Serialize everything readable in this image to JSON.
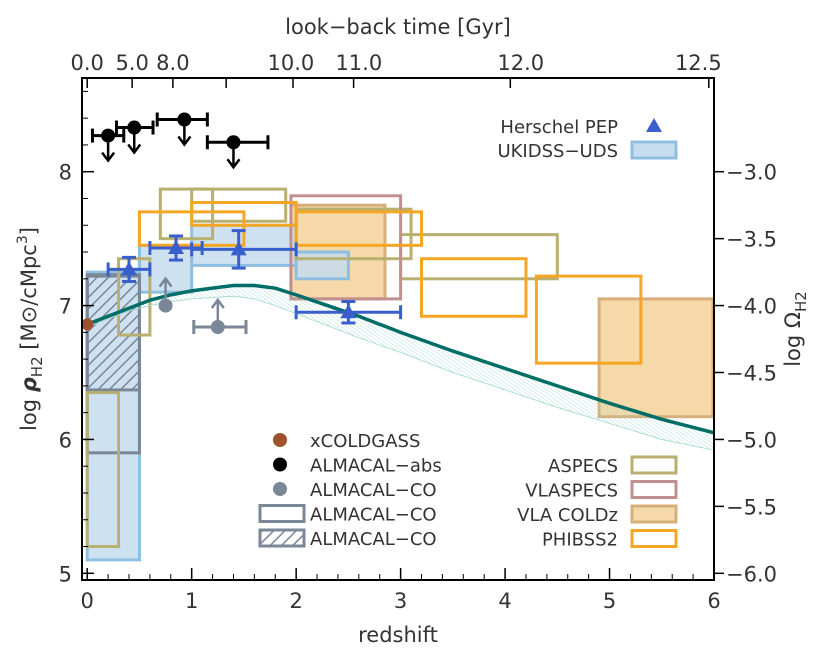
{
  "chart_data": {
    "type": "scatter",
    "xlabel": "redshift",
    "ylabel_prefix": "log ",
    "ylabel_rho": "ρ",
    "ylabel_sub": "H2",
    "ylabel_units": " [M⊙/cMpc",
    "ylabel_sup": "3",
    "ylabel_close": "]",
    "y2label": "log Ω",
    "y2label_sub": "H2",
    "x2label": "look−back time [Gyr]",
    "xlim": [
      -0.05,
      6.0
    ],
    "ylim": [
      4.95,
      8.7
    ],
    "x_ticks": [
      0,
      1,
      2,
      3,
      4,
      5,
      6
    ],
    "y_ticks": [
      5,
      6,
      7,
      8
    ],
    "y2_ticks": [
      {
        "y": 5.1,
        "label": "−6.0"
      },
      {
        "y": 5.35,
        "label": "−5.5"
      },
      {
        "y": 5.6,
        "label": "−5.5"
      }
    ],
    "y2_tick_values": [
      {
        "y": 8.0,
        "label": "−3.0"
      },
      {
        "y": 7.5,
        "label": "−3.5"
      },
      {
        "y": 7.0,
        "label": "−4.0"
      },
      {
        "y": 6.5,
        "label": "−4.5"
      },
      {
        "y": 6.0,
        "label": "−5.0"
      },
      {
        "y": 5.5,
        "label": "−5.5"
      },
      {
        "y": 5.0,
        "label": "−6.0"
      }
    ],
    "top_ticks": [
      {
        "z": 0.0,
        "label": "0.0"
      },
      {
        "z": 0.43,
        "label": "5.0"
      },
      {
        "z": 0.82,
        "label": "8.0"
      },
      {
        "z": 1.33,
        "label": ""
      },
      {
        "z": 1.97,
        "label": "10.0"
      },
      {
        "z": 2.55,
        "label": "11.0"
      },
      {
        "z": 4.05,
        "label": "12.0"
      },
      {
        "z": 5.95,
        "label": "12.5"
      }
    ],
    "top_label_extra": [
      {
        "z": 0.0,
        "label": "0.0"
      },
      {
        "z": 0.43,
        "label": "5.0"
      },
      {
        "z": 0.82,
        "label": "8.0"
      },
      {
        "z": 1.95,
        "label": "10.0"
      },
      {
        "z": 2.6,
        "label": "11.0"
      },
      {
        "z": 4.15,
        "label": "12.0"
      },
      {
        "z": 5.85,
        "label": "12.5"
      }
    ],
    "curve": {
      "color": "#006d67",
      "x": [
        0,
        0.2,
        0.4,
        0.6,
        0.8,
        1.0,
        1.2,
        1.4,
        1.6,
        1.8,
        2.0,
        2.3,
        2.6,
        3.0,
        3.5,
        4.0,
        4.5,
        5.0,
        5.5,
        6.0
      ],
      "y": [
        6.86,
        6.92,
        6.98,
        7.04,
        7.08,
        7.11,
        7.13,
        7.15,
        7.15,
        7.13,
        7.08,
        7.0,
        6.92,
        6.8,
        6.66,
        6.53,
        6.4,
        6.27,
        6.15,
        6.05
      ],
      "band_low": [
        6.84,
        6.9,
        6.96,
        7.0,
        7.03,
        7.05,
        7.06,
        7.07,
        7.05,
        7.0,
        6.94,
        6.85,
        6.76,
        6.65,
        6.5,
        6.37,
        6.24,
        6.12,
        6.0,
        5.92
      ],
      "band_high": [
        6.87,
        6.93,
        6.99,
        7.05,
        7.09,
        7.12,
        7.14,
        7.16,
        7.16,
        7.14,
        7.09,
        7.01,
        6.93,
        6.81,
        6.67,
        6.54,
        6.41,
        6.28,
        6.16,
        6.06
      ]
    },
    "xcoldgass": {
      "x": 0.0,
      "y": 6.86,
      "color": "#a0522d"
    },
    "almacal_abs": [
      {
        "x": 0.2,
        "xerr": [
          0.15,
          0.15
        ],
        "y": 8.27
      },
      {
        "x": 0.45,
        "xerr": [
          0.17,
          0.18
        ],
        "y": 8.33
      },
      {
        "x": 0.93,
        "xerr": [
          0.26,
          0.22
        ],
        "y": 8.39
      },
      {
        "x": 1.4,
        "xerr": [
          0.25,
          0.33
        ],
        "y": 8.22
      }
    ],
    "almacal_co_points": [
      {
        "x": 0.75,
        "xerr": [
          0.0,
          0.0
        ],
        "y": 7.0
      },
      {
        "x": 1.25,
        "xerr": [
          0.23,
          0.27
        ],
        "y": 6.84
      }
    ],
    "herschel_pep": [
      {
        "x": 0.4,
        "xerr": [
          0.2,
          0.2
        ],
        "y": 7.27,
        "yerr": [
          0.09,
          0.09
        ]
      },
      {
        "x": 0.85,
        "xerr": [
          0.25,
          0.25
        ],
        "y": 7.43,
        "yerr": [
          0.09,
          0.09
        ]
      },
      {
        "x": 1.45,
        "xerr": [
          0.45,
          0.55
        ],
        "y": 7.42,
        "yerr": [
          0.14,
          0.14
        ]
      },
      {
        "x": 2.5,
        "xerr": [
          0.5,
          0.5
        ],
        "y": 6.95,
        "yerr": [
          0.08,
          0.08
        ]
      }
    ],
    "boxes": {
      "ukidss": [
        {
          "x0": 0.0,
          "x1": 0.5,
          "y0": 5.1,
          "y1": 7.25
        },
        {
          "x0": 0.5,
          "x1": 1.0,
          "y0": 7.1,
          "y1": 7.45
        },
        {
          "x0": 1.0,
          "x1": 2.0,
          "y0": 7.3,
          "y1": 7.6
        },
        {
          "x0": 2.0,
          "x1": 2.5,
          "y0": 7.2,
          "y1": 7.4
        }
      ],
      "almacal_co_hollow": [
        {
          "x0": 0.0,
          "x1": 0.5,
          "y0": 5.9,
          "y1": 7.23
        }
      ],
      "almacal_co_hatched": [
        {
          "x0": 0.0,
          "x1": 0.5,
          "y0": 6.37,
          "y1": 7.22
        }
      ],
      "aspecs": [
        {
          "x0": 0.0,
          "x1": 0.3,
          "y0": 5.2,
          "y1": 6.35
        },
        {
          "x0": 0.3,
          "x1": 0.6,
          "y0": 6.78,
          "y1": 7.35
        },
        {
          "x0": 0.7,
          "x1": 1.2,
          "y0": 7.5,
          "y1": 7.87
        },
        {
          "x0": 1.0,
          "x1": 1.9,
          "y0": 7.63,
          "y1": 7.87
        },
        {
          "x0": 2.0,
          "x1": 3.1,
          "y0": 7.35,
          "y1": 7.72
        },
        {
          "x0": 3.0,
          "x1": 4.5,
          "y0": 7.2,
          "y1": 7.53
        }
      ],
      "vlaspecs": [
        {
          "x0": 1.95,
          "x1": 3.0,
          "y0": 7.05,
          "y1": 7.82
        }
      ],
      "vla_coldz": [
        {
          "x0": 1.95,
          "x1": 2.85,
          "y0": 7.05,
          "y1": 7.75
        },
        {
          "x0": 4.9,
          "x1": 5.99,
          "y0": 6.17,
          "y1": 7.05
        }
      ],
      "phibss2": [
        {
          "x0": 0.5,
          "x1": 1.5,
          "y0": 7.45,
          "y1": 7.7
        },
        {
          "x0": 1.0,
          "x1": 2.0,
          "y0": 7.6,
          "y1": 7.77
        },
        {
          "x0": 2.0,
          "x1": 3.2,
          "y0": 7.45,
          "y1": 7.7
        },
        {
          "x0": 3.2,
          "x1": 4.2,
          "y0": 6.92,
          "y1": 7.35
        },
        {
          "x0": 4.3,
          "x1": 5.3,
          "y0": 6.57,
          "y1": 7.22
        }
      ]
    },
    "colors": {
      "ukidss_fill": "#c6dcef",
      "ukidss_edge": "#8fbfe0",
      "almacal_co": "#7a8796",
      "aspecs": "#b8b06e",
      "vlaspecs": "#c09090",
      "vla_coldz_fill": "#f5d9a8",
      "vla_coldz_edge": "#d8ae7a",
      "phibss2": "#f5a623",
      "herschel": "#3a5fcd",
      "almacal_abs": "#000000",
      "band_hatch": "#9fd9cf"
    },
    "legend_left": [
      {
        "label": "xCOLDGASS",
        "marker": "dot-brown"
      },
      {
        "label": "ALMACAL−abs",
        "marker": "dot-black"
      },
      {
        "label": "ALMACAL−CO",
        "marker": "dot-gray"
      },
      {
        "label": "ALMACAL−CO",
        "marker": "box-hollow"
      },
      {
        "label": "ALMACAL−CO",
        "marker": "box-hatched"
      }
    ],
    "legend_right": [
      {
        "label": "ASPECS",
        "marker": "box-aspecs"
      },
      {
        "label": "VLASPECS",
        "marker": "box-vlaspecs"
      },
      {
        "label": "VLA COLDz",
        "marker": "box-coldz"
      },
      {
        "label": "PHIBSS2",
        "marker": "box-phibss"
      }
    ],
    "legend_top": [
      {
        "label": "Herschel PEP",
        "marker": "triangle"
      },
      {
        "label": "UKIDSS−UDS",
        "marker": "box-ukidss"
      }
    ]
  }
}
